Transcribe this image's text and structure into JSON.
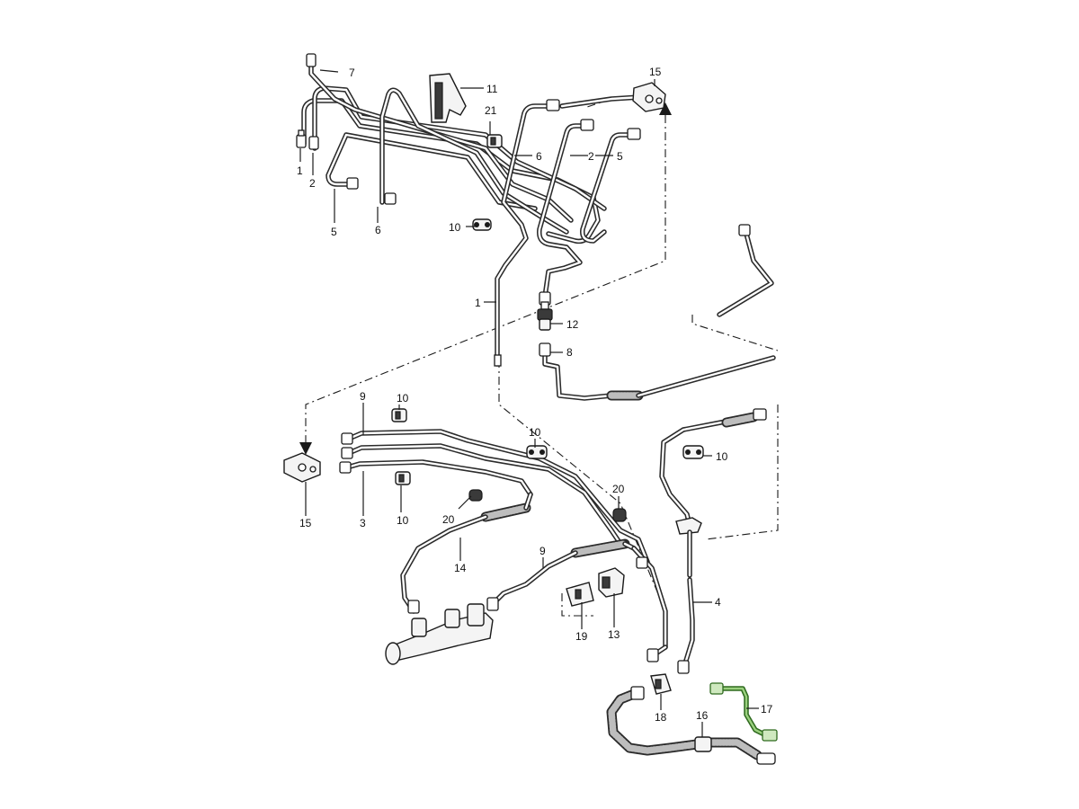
{
  "callouts": [
    {
      "id": "c1a",
      "text": "1"
    },
    {
      "id": "c2a",
      "text": "2"
    },
    {
      "id": "c7",
      "text": "7"
    },
    {
      "id": "c5a",
      "text": "5"
    },
    {
      "id": "c6a",
      "text": "6"
    },
    {
      "id": "c11",
      "text": "11"
    },
    {
      "id": "c21",
      "text": "21"
    },
    {
      "id": "c6b",
      "text": "6"
    },
    {
      "id": "c2b",
      "text": "2"
    },
    {
      "id": "c5b",
      "text": "5"
    },
    {
      "id": "c15a",
      "text": "15"
    },
    {
      "id": "c10a",
      "text": "10"
    },
    {
      "id": "c1b",
      "text": "1"
    },
    {
      "id": "c12",
      "text": "12"
    },
    {
      "id": "c8",
      "text": "8"
    },
    {
      "id": "c9a",
      "text": "9"
    },
    {
      "id": "c10b",
      "text": "10"
    },
    {
      "id": "c10c",
      "text": "10"
    },
    {
      "id": "c10d",
      "text": "10"
    },
    {
      "id": "c10e",
      "text": "10"
    },
    {
      "id": "c15b",
      "text": "15"
    },
    {
      "id": "c3",
      "text": "3"
    },
    {
      "id": "c20a",
      "text": "20"
    },
    {
      "id": "c20b",
      "text": "20"
    },
    {
      "id": "c14",
      "text": "14"
    },
    {
      "id": "c9b",
      "text": "9"
    },
    {
      "id": "c19",
      "text": "19"
    },
    {
      "id": "c13",
      "text": "13"
    },
    {
      "id": "c4",
      "text": "4"
    },
    {
      "id": "c18",
      "text": "18"
    },
    {
      "id": "c16",
      "text": "16"
    },
    {
      "id": "c17",
      "text": "17"
    }
  ],
  "highlight": {
    "part": "17",
    "color": "#2f6a1f"
  }
}
